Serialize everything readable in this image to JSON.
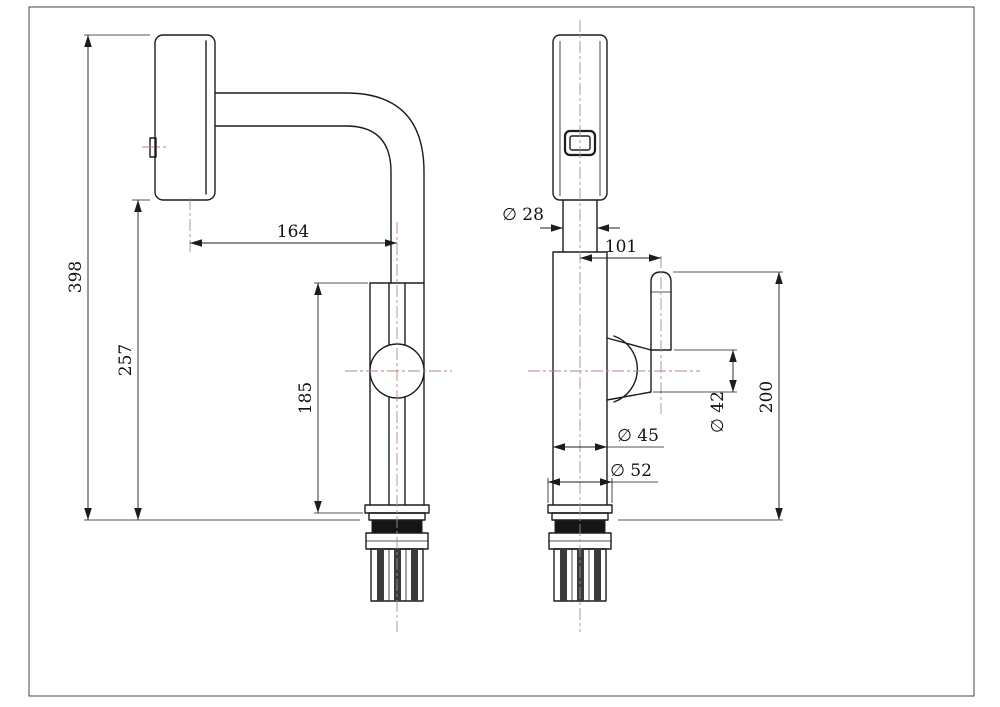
{
  "colors": {
    "line": "#1c1c1c",
    "centerline": "#b08b80",
    "background": "#ffffff"
  },
  "dims": {
    "left": {
      "overall_height": "398",
      "spout_to_deck": "257",
      "spout_reach": "164",
      "body_height": "185"
    },
    "right": {
      "spout_diameter": "∅ 28",
      "handle_offset": "101",
      "handle_height": "200",
      "cartridge_diameter": "∅ 42",
      "body_diameter": "∅ 45",
      "base_diameter": "∅ 52"
    }
  }
}
